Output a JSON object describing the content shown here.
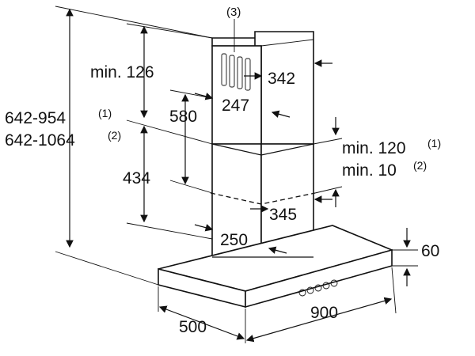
{
  "labels": {
    "note3": "(3)",
    "min126": "min. 126",
    "range1": "642-954",
    "range1_sup": "(1)",
    "range2": "642-1064",
    "range2_sup": "(2)",
    "d580": "580",
    "d434": "434",
    "d342": "342",
    "d247": "247",
    "min120": "min. 120",
    "min120_sup": "(1)",
    "min10": "min. 10",
    "min10_sup": "(2)",
    "d345": "345",
    "d250": "250",
    "d60": "60",
    "d500": "500",
    "d900": "900"
  }
}
